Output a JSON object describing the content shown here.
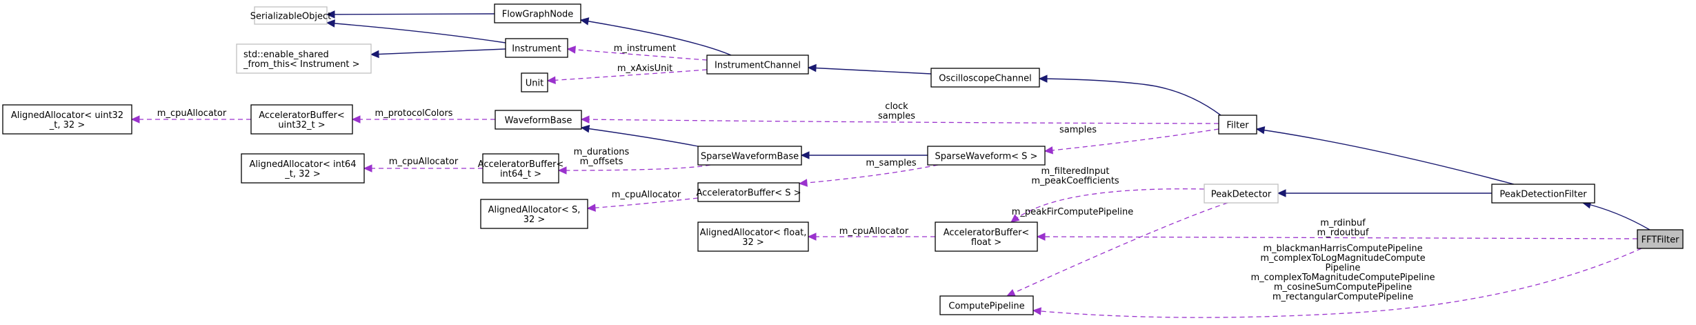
{
  "title": "FFTFilter collaboration diagram",
  "colors": {
    "inheritance_edge": "#191970",
    "member_edge": "#9a32cd",
    "focus_node_fill": "#bfbfbf",
    "external_node_border": "#bfbfbf",
    "node_border": "#000000"
  },
  "nodes": [
    {
      "id": "serializable",
      "lines": [
        "SerializableObject"
      ],
      "kind": "external"
    },
    {
      "id": "flowgraphnode",
      "lines": [
        "FlowGraphNode"
      ],
      "kind": "normal"
    },
    {
      "id": "enable_shared",
      "lines": [
        "std::enable_shared",
        "_from_this< Instrument >"
      ],
      "kind": "external"
    },
    {
      "id": "instrument",
      "lines": [
        "Instrument"
      ],
      "kind": "normal"
    },
    {
      "id": "unit",
      "lines": [
        "Unit"
      ],
      "kind": "normal"
    },
    {
      "id": "instrumentchannel",
      "lines": [
        "InstrumentChannel"
      ],
      "kind": "normal"
    },
    {
      "id": "oscilloscopechannel",
      "lines": [
        "OscilloscopeChannel"
      ],
      "kind": "normal"
    },
    {
      "id": "aligned_uint32",
      "lines": [
        "AlignedAllocator< uint32",
        "_t, 32 >"
      ],
      "kind": "normal"
    },
    {
      "id": "accel_uint32",
      "lines": [
        "AcceleratorBuffer<",
        "uint32_t >"
      ],
      "kind": "normal"
    },
    {
      "id": "waveformbase",
      "lines": [
        "WaveformBase"
      ],
      "kind": "normal"
    },
    {
      "id": "filter",
      "lines": [
        "Filter"
      ],
      "kind": "normal"
    },
    {
      "id": "aligned_int64",
      "lines": [
        "AlignedAllocator< int64",
        "_t, 32 >"
      ],
      "kind": "normal"
    },
    {
      "id": "accel_int64",
      "lines": [
        "AcceleratorBuffer<",
        "int64_t >"
      ],
      "kind": "normal"
    },
    {
      "id": "sparsewaveformbase",
      "lines": [
        "SparseWaveformBase"
      ],
      "kind": "normal"
    },
    {
      "id": "sparsewaveform",
      "lines": [
        "SparseWaveform< S >"
      ],
      "kind": "normal"
    },
    {
      "id": "accel_s",
      "lines": [
        "AcceleratorBuffer< S >"
      ],
      "kind": "normal"
    },
    {
      "id": "aligned_s",
      "lines": [
        "AlignedAllocator< S,",
        "32 >"
      ],
      "kind": "normal"
    },
    {
      "id": "peakdetector",
      "lines": [
        "PeakDetector"
      ],
      "kind": "external"
    },
    {
      "id": "peakdetectionfilter",
      "lines": [
        "PeakDetectionFilter"
      ],
      "kind": "normal"
    },
    {
      "id": "aligned_float",
      "lines": [
        "AlignedAllocator< float,",
        "32 >"
      ],
      "kind": "normal"
    },
    {
      "id": "accel_float",
      "lines": [
        "AcceleratorBuffer<",
        "float >"
      ],
      "kind": "normal"
    },
    {
      "id": "fftfilter",
      "lines": [
        "FFTFilter"
      ],
      "kind": "focus"
    },
    {
      "id": "computepipeline",
      "lines": [
        "ComputePipeline"
      ],
      "kind": "normal"
    }
  ],
  "edges": [
    {
      "from": "flowgraphnode",
      "to": "serializable",
      "type": "inheritance",
      "label": []
    },
    {
      "from": "instrument",
      "to": "serializable",
      "type": "inheritance",
      "label": []
    },
    {
      "from": "instrument",
      "to": "enable_shared",
      "type": "inheritance",
      "label": []
    },
    {
      "from": "instrumentchannel",
      "to": "flowgraphnode",
      "type": "inheritance",
      "label": []
    },
    {
      "from": "instrumentchannel",
      "to": "instrument",
      "type": "member",
      "label": [
        "m_instrument"
      ]
    },
    {
      "from": "instrumentchannel",
      "to": "unit",
      "type": "member",
      "label": [
        "m_xAxisUnit"
      ]
    },
    {
      "from": "oscilloscopechannel",
      "to": "instrumentchannel",
      "type": "inheritance",
      "label": []
    },
    {
      "from": "filter",
      "to": "oscilloscopechannel",
      "type": "inheritance",
      "label": []
    },
    {
      "from": "accel_uint32",
      "to": "aligned_uint32",
      "type": "member",
      "label": [
        "m_cpuAllocator"
      ]
    },
    {
      "from": "waveformbase",
      "to": "accel_uint32",
      "type": "member",
      "label": [
        "m_protocolColors"
      ]
    },
    {
      "from": "filter",
      "to": "waveformbase",
      "type": "member",
      "label": [
        "clock",
        "samples"
      ]
    },
    {
      "from": "sparsewaveformbase",
      "to": "waveformbase",
      "type": "inheritance",
      "label": []
    },
    {
      "from": "accel_int64",
      "to": "aligned_int64",
      "type": "member",
      "label": [
        "m_cpuAllocator"
      ]
    },
    {
      "from": "sparsewaveformbase",
      "to": "accel_int64",
      "type": "member",
      "label": [
        "m_durations",
        "m_offsets"
      ]
    },
    {
      "from": "sparsewaveform",
      "to": "sparsewaveformbase",
      "type": "inheritance",
      "label": []
    },
    {
      "from": "filter",
      "to": "sparsewaveform",
      "type": "member",
      "label": [
        "samples"
      ]
    },
    {
      "from": "sparsewaveform",
      "to": "accel_s",
      "type": "member",
      "label": [
        "m_samples"
      ]
    },
    {
      "from": "accel_s",
      "to": "aligned_s",
      "type": "member",
      "label": [
        "m_cpuAllocator"
      ]
    },
    {
      "from": "peakdetectionfilter",
      "to": "filter",
      "type": "inheritance",
      "label": []
    },
    {
      "from": "peakdetectionfilter",
      "to": "peakdetector",
      "type": "inheritance",
      "label": []
    },
    {
      "from": "peakdetector",
      "to": "accel_float",
      "type": "member",
      "label": [
        "m_filteredInput",
        "m_peakCoefficients"
      ]
    },
    {
      "from": "peakdetector",
      "to": "computepipeline",
      "type": "member",
      "label": [
        "m_peakFirComputePipeline"
      ]
    },
    {
      "from": "accel_float",
      "to": "aligned_float",
      "type": "member",
      "label": [
        "m_cpuAllocator"
      ]
    },
    {
      "from": "fftfilter",
      "to": "peakdetectionfilter",
      "type": "inheritance",
      "label": []
    },
    {
      "from": "fftfilter",
      "to": "accel_float",
      "type": "member",
      "label": [
        "m_rdinbuf",
        "m_rdoutbuf"
      ]
    },
    {
      "from": "fftfilter",
      "to": "computepipeline",
      "type": "member",
      "label": [
        "m_blackmanHarrisComputePipeline",
        "m_complexToLogMagnitudeCompute",
        "Pipeline",
        "m_complexToMagnitudeComputePipeline",
        "m_cosineSumComputePipeline",
        "m_rectangularComputePipeline"
      ]
    }
  ]
}
